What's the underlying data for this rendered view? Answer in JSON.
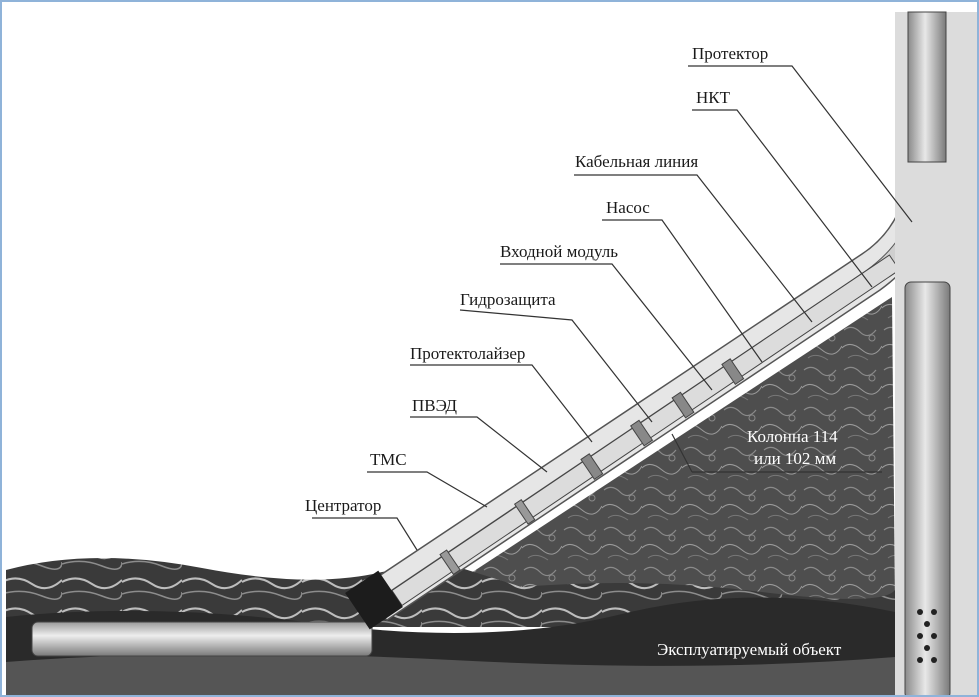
{
  "labels": {
    "protector": "Протектор",
    "nkt": "НКТ",
    "cable_line": "Кабельная линия",
    "pump": "Насос",
    "input_module": "Входной модуль",
    "hydroprotection": "Гидрозащита",
    "protectolizer": "Протектолайзер",
    "pved": "ПВЭД",
    "tms": "ТМС",
    "centralizer": "Центратор",
    "column_line1": "Колонна 114",
    "column_line2": "или 102 мм",
    "exploited_object": "Эксплуатируемый объект"
  },
  "colors": {
    "frame_border": "#8fb3d9",
    "rock": "#4a4a4a",
    "ground": "#2e2e2e",
    "pipe": "#c9c9c9",
    "casing": "#e6e6e6"
  }
}
